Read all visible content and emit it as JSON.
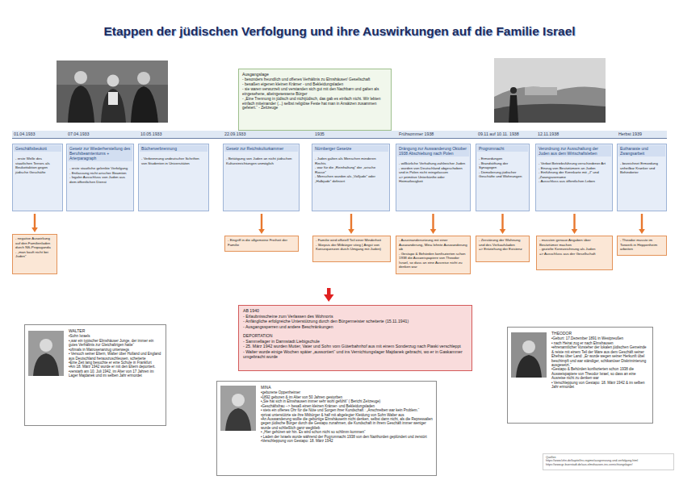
{
  "diagram": {
    "title": "Etappen der jüdischen Verfolgung und ihre Auswirkungen auf die Familie Israel",
    "nodes": [
      {
        "text": [
          "Ausgangslage",
          "- besonders freundlich und offenes Verhältnis zu Elmshäuser/ Gesellschaft",
          "- besaßen eigenen kleinen Krämer - und Bekleidungsladen",
          "- sie waren verwurzelt und verstanden sich gut mit den Nachbarn und galten als eingesehene, alteingesessene Bürger",
          "- „Eine Trennung in jüdisch und nichtjüdisch, das gab es einfach nicht. Wir lebten einfach miteinander (...) selbst religiöse Feste hat man in Ansätzen zusammen gefeiert.“ - Zeitzeuge"
        ]
      },
      {
        "text": [
          "Geschäftsbeukott",
          "- erste Welle des staatlichen Terrors als Beukottaktion gegen jüdische Geschäfte"
        ]
      },
      {
        "text": [
          "Gesetz zur Wiederherstellung des Berufsbeamtentums + Arierparagraph",
          "- erste staatliche gelenkte Verfolgung",
          "- Entlassung nicht arischer Beamten",
          "- legaler Ausschluss von Juden aus dem öffentlichen Dienst"
        ]
      },
      {
        "text": [
          "Bücherverbrennung",
          "- Verbrennung undeutscher Schriften von Studenten in Universitäten"
        ]
      },
      {
        "text": [
          "Gesetz zur Reichskulturkammer",
          "- Betätigung von Juden an nicht jüdischen Kultureinrichtungen unmöglich"
        ]
      },
      {
        "text": [
          "Nürnberger Gesetze",
          "- Juden galten als Menschen minderen Rechts",
          "- war für die „Reinhaltung“ der „arische Rasse“",
          "- Menschen wurden als „Volljude“ oder „Halbjude“ definiert"
        ]
      },
      {
        "text": [
          "Drängung zur Auswanderung Oktober 1938 Abschiebung nach Polen",
          "- willkürliche Verhaftung zahlreicher Juden",
          "- wurden von Deutschland abgeschoben und in Polen nicht reingelassen",
          "=> primitive Unterkünfte oder Heimatlosigkeit"
        ]
      },
      {
        "text": [
          "Progromnacht",
          "- Ermordungen",
          "- Brandstiftung der Synagogen",
          "- Demolierung jüdischer Geschäfte und Wohnungen"
        ]
      },
      {
        "text": [
          "Verordnung zur Ausschaltung der Juden aus dem Wirtschaftsleben",
          "- Verbot Betriebsführung verschiedener Art",
          "- Einzug von Besitztümern an Juden",
          "- Einführung der Kennkarte mit „J“ und „Zwangsvorname",
          "- Ausschluss aus öffentlichen Leben"
        ]
      },
      {
        "text": [
          "Euthanasie und Zwangsarbeit",
          "- bezeichnet Ermordung unheilbar Kranker und Behinderter"
        ]
      },
      {
        "text": [
          "- negative Auswirkung auf den Familienladen durch NS-Propaganda",
          "- „man kauft nicht bei Juden“"
        ]
      },
      {
        "text": [
          "- Eingriff in die allgemeine Freiheit der Familie"
        ]
      },
      {
        "text": [
          "- Familie wird offiziell Teil einer Minderheit",
          "- Skepsis der Mitbürger stieg ( Angst von Konsequenzen durch Umgang mit Juden)"
        ]
      },
      {
        "text": [
          "- Auseinandersetzung mit einer Auswanderung, Mina lehnte Auswanderung ab",
          "- Gestapo & Behörden konfiszierten schon 1938 die Ausweispapiere von Theodor Israel, so dass an eine Ausreise nicht zu denken war"
        ]
      },
      {
        "text": [
          "- Zerstörung der Wohnung und des Verkaufsladen",
          "=> Entziehung der Existenz"
        ]
      },
      {
        "text": [
          "- mussten genaue Angaben über Besitztümer machen",
          "- gezielte Kennzeichnung als Juden",
          "=> Ausschluss aus der Gesellschaft"
        ]
      },
      {
        "text": [
          "- Theodor musste im Torwerk in Heppenheim arbeiten"
        ]
      },
      {
        "text": [
          "AB 1940",
          "- Erlaubnisscheine zum Verlassen des Wohnorts",
          "- Anfängliche erfolgreiche Unterstützung durch den Bürgermeister scheiterte (15.11.1941)",
          "- Ausgangssperren und andere Beschränkungen",
          "DEPORTATION",
          "- Sammellager in Darmstadt Liebigschule",
          "- 25. März 1942 wurden Mutter, Vater und Sohn vom Güterbahnhof aus mit einem Sonderzug nach Piaski verschleppt",
          "- Walter wurde einige Wochen später „aussortiert“ und ins Vernichtungslager Majdanek gebracht, wo er in Gaskammer umgebracht wurde"
        ]
      },
      {
        "text": [
          "WALTER",
          "•Sohn Israels",
          "•„war ein typischer Elmshäuser Junge, der immer ein gutes Verhältnis zur Gleichaltrigen hatte“",
          "•oftmals in Matrosenanzug unterwegs",
          "• Versuch seiner Eltern, Walter über Holland und England aus Deutschland herauszuschleusen, scheiterte",
          "•Eine Zeit lang besuchte er eine Schule in Frankfurt",
          "•Am 18. März 1942 wurde er mit den Eltern deportiert.",
          "•verstarb am 10. Juli 1942, im Alter von 17 Jahren im Lager Majdanek und im selben Jahr ermordet"
        ]
      },
      {
        "text": [
          "THEODOR",
          "•Geburt: 17.Dezember 1891 in Westpreußen",
          "• nach Heirat zog er nach Elmshausen",
          "•ehrenamtlicher Vorsteher der lokalen jüdischen Gemeinde & reiste mit einem Teil der Ware aus dem Geschäft seiner Ehefrau über Land: „Er wurde wegen seiner Herkunft übel beschimpft und war ständiger, schikanöser Diskriminierung ausgesetzt.“",
          "•Gestapo & Behörden konfiszierten schon 1938 die Ausweispapiere von Theodor Israel, so dass an eine Ausreise nicht zu denken war",
          "• Verschleppung von Gestapo: 18. März 1942 & im selben Jahr ermordet"
        ]
      },
      {
        "text": [
          "MINA",
          "•geborene Oppenheimer",
          "•1892 geboren & im Alter von 50 Jahren gestorben",
          "•„Sie hat sich in Elmshausen immer sehr wohl gefühlt“ ( Bericht Zeitzeuge)",
          "•Geschäftsfrau --> besaß einen kleinen Krämer- und Bekleidungsladen",
          "• stets ein offenes Ohr für die Nöte und Sorgen ihrer Kundschaft : „Anschreiben war kein Problem.“",
          "•privat unterstützte sie ihre Mitbürger & half mit abgelegter Kleidung von Sohn Walter aus",
          "•An Auswanderung wollte die gebürtige Elmshäuserin nicht denken, selbst dann nicht, als die Repressalien gegen jüdische Bürger durch die Gestapo zunahmen, die Kundschaft in ihrem Geschäft immer weniger wurde und schließlich ganz wegblieb",
          "• „Hier gehören wir hin. Es wird schon nicht so schlimm kommen“",
          "• Laden der Israels wurde während der Pogromnacht 1938 von den Nazihorden geplündert und zerstört",
          "•Verschleppung von Gestapo: 18. März 1942"
        ]
      },
      {
        "text": [
          "Quellen",
          "https://www.lzhn.de/kapitel/ns-regime/ausgrenzung-und-verfolgung.html",
          "https://www.gr-buerstadt.de/aus-elmshausen-ins-vernichtungslager/"
        ]
      }
    ],
    "edges": [
      {
        "from": 1,
        "to": 10,
        "arrow": "to"
      },
      {
        "from": 4,
        "to": 11,
        "arrow": "to"
      },
      {
        "from": 5,
        "to": 12,
        "arrow": "to"
      },
      {
        "from": 6,
        "to": 13,
        "arrow": "to"
      },
      {
        "from": 7,
        "to": 14,
        "arrow": "to"
      },
      {
        "from": 8,
        "to": 15,
        "arrow": "to"
      },
      {
        "from": 9,
        "to": 16,
        "arrow": "to"
      }
    ],
    "labels": [
      "01.04.1933",
      "07.04.1933",
      "10.05.1933",
      "22.09.1933",
      "1935",
      "Frühsommer 1938",
      "09.11 auf 10.11. 1938",
      "12.11.1938",
      "Herbst 1939"
    ]
  }
}
